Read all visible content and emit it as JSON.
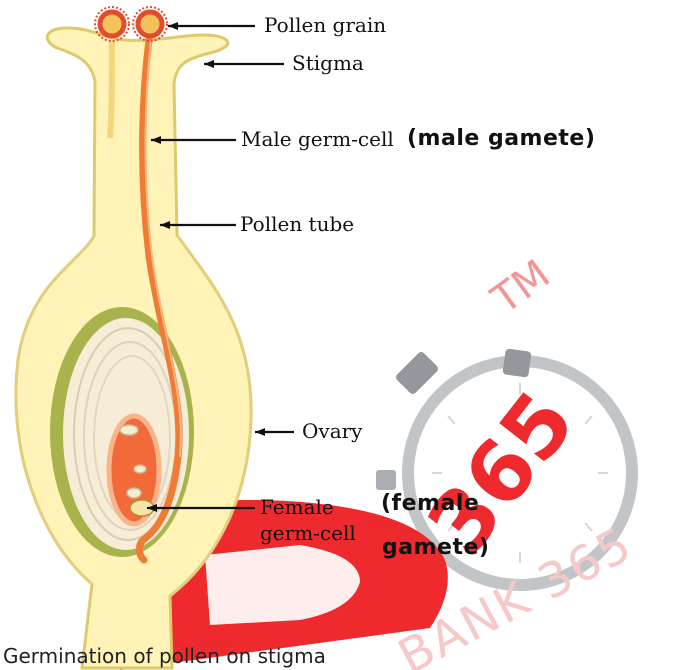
{
  "diagram": {
    "labels": {
      "pollen_grain": "Pollen grain",
      "stigma": "Stigma",
      "male_germ_cell": "Male germ-cell",
      "male_gamete": "(male gamete)",
      "pollen_tube": "Pollen tube",
      "ovary": "Ovary",
      "female_germ_cell_line1": "Female",
      "female_germ_cell_line2": "germ-cell",
      "female_gamete_line1": "(female",
      "female_gamete_line2": "gamete)"
    },
    "caption": "Germination of pollen on stigma"
  },
  "watermark": {
    "brand_number": "365",
    "trademark": "TM",
    "text": "BANK 365",
    "colors": {
      "red": "#ef1f23",
      "gray": "#8f9297",
      "light_red": "#f4a3a3"
    }
  },
  "colors": {
    "pistil_fill": "#fff3b8",
    "pistil_edge": "#dfc96d",
    "pollen_tube": "#ef7b35",
    "pollen_grain": "#e34b2d",
    "ovule_green": "#a8b34d",
    "ovule_inner": "#f7edd6"
  }
}
